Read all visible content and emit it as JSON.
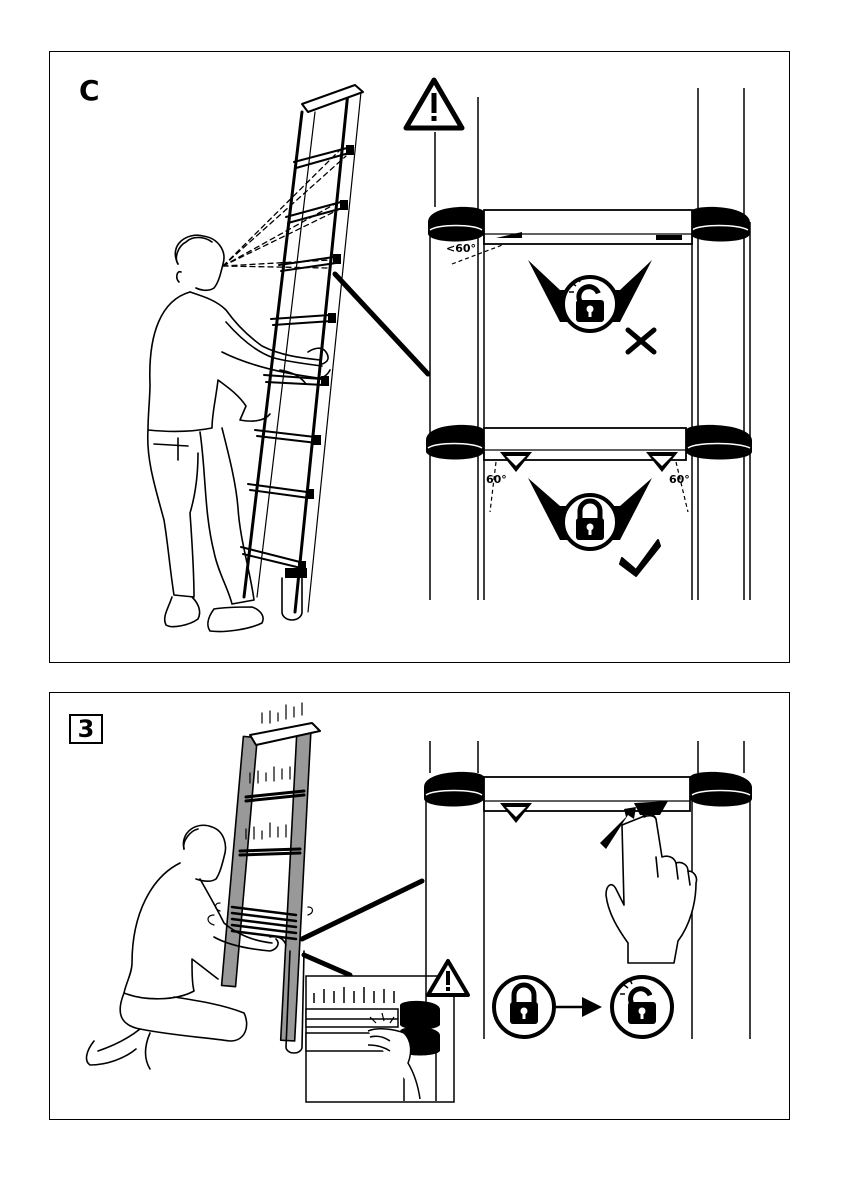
{
  "panel_c": {
    "step_label": "C",
    "angle_wrong": "<60°",
    "angle_left": "60°",
    "angle_right": "60°"
  },
  "panel_3": {
    "step_label": "3"
  },
  "icons": [
    "warning-triangle-icon",
    "padlock-open-icon",
    "padlock-closed-icon",
    "cross-icon",
    "checkmark-icon",
    "arrow-right-icon"
  ]
}
